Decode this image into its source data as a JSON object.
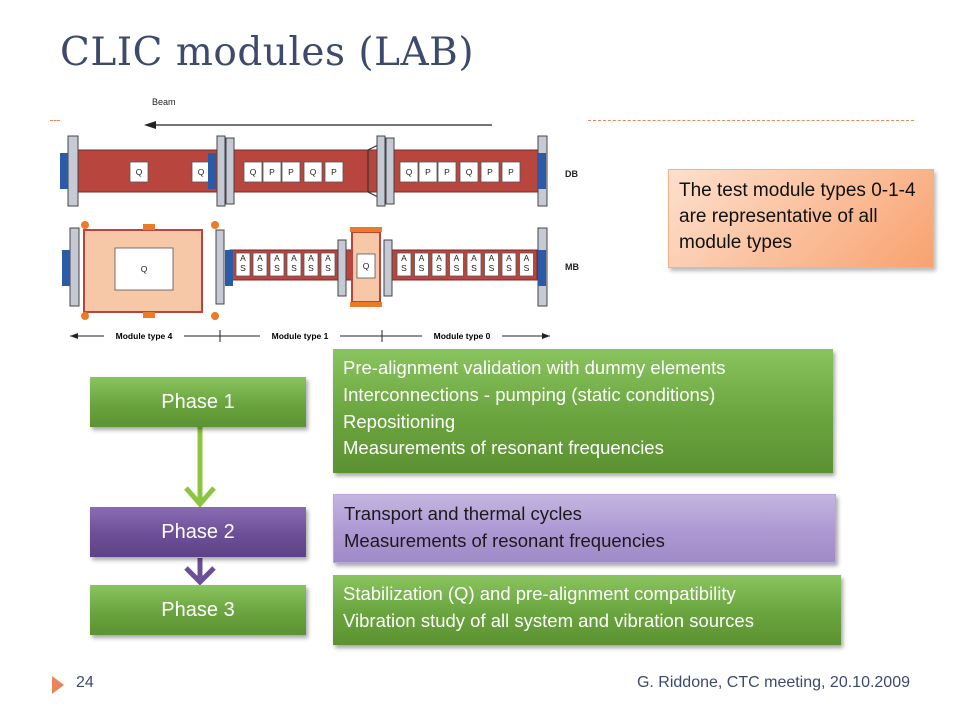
{
  "slide": {
    "title": "CLIC modules (LAB)",
    "page_number": "24",
    "footer": "G. Riddone, CTC meeting, 20.10.2009"
  },
  "diagram": {
    "beam_label": "Beam",
    "rows": [
      {
        "label": "DB",
        "modules": [
          [
            "Q",
            "Q"
          ],
          [
            "Q",
            "P",
            "P",
            "Q",
            "P"
          ],
          [
            "Q",
            "P",
            "P",
            "Q",
            "P",
            "P"
          ]
        ]
      },
      {
        "label": "MB",
        "modules": [
          [
            "Q"
          ],
          [
            "AS",
            "AS",
            "AS",
            "AS",
            "AS",
            "AS"
          ],
          [
            "Q"
          ],
          [
            "AS",
            "AS",
            "AS",
            "AS",
            "AS",
            "AS",
            "AS",
            "AS"
          ]
        ]
      }
    ],
    "module_types": [
      "Module type 4",
      "Module type 1",
      "Module type 0"
    ],
    "colors": {
      "db": "#b8463f",
      "mb_cavity": "#b8463f",
      "mb_large": "#f6c8a8",
      "support": "#2b5aa6",
      "girder_clamp": "#ea7b28"
    }
  },
  "callout": {
    "text": "The test module types 0-1-4 are representative of all module types"
  },
  "phases": [
    {
      "label": "Phase 1",
      "color": "green",
      "lines": [
        "Pre-alignment validation with dummy elements",
        "Interconnections - pumping (static conditions)",
        "Repositioning",
        "Measurements of resonant frequencies"
      ]
    },
    {
      "label": "Phase 2",
      "color": "purple",
      "lines": [
        "Transport and thermal cycles",
        "Measurements of resonant frequencies"
      ]
    },
    {
      "label": "Phase 3",
      "color": "green",
      "lines": [
        "Stabilization (Q) and pre-alignment compatibility",
        "Vibration study of all system and vibration sources"
      ]
    }
  ],
  "colors": {
    "accent": "#e4895f",
    "title": "#3d4a6b",
    "green": "#6aa43e",
    "purple": "#6c4f97",
    "arrow_green": "#8cc63f",
    "arrow_purple": "#6c4f97"
  }
}
